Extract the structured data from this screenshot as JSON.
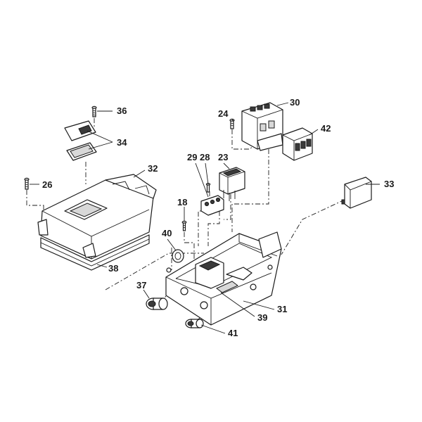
{
  "callouts": {
    "c24": "24",
    "c30": "30",
    "c36": "36",
    "c34": "34",
    "c42": "42",
    "c32": "32",
    "c29": "29",
    "c28": "28",
    "c23": "23",
    "c26": "26",
    "c33": "33",
    "c18": "18",
    "c40": "40",
    "c38": "38",
    "c37": "37",
    "c31": "31",
    "c39": "39",
    "c41": "41"
  },
  "colors": {
    "line": "#1a1a1a",
    "background": "#ffffff",
    "dark_fill": "#3a3a3a"
  }
}
